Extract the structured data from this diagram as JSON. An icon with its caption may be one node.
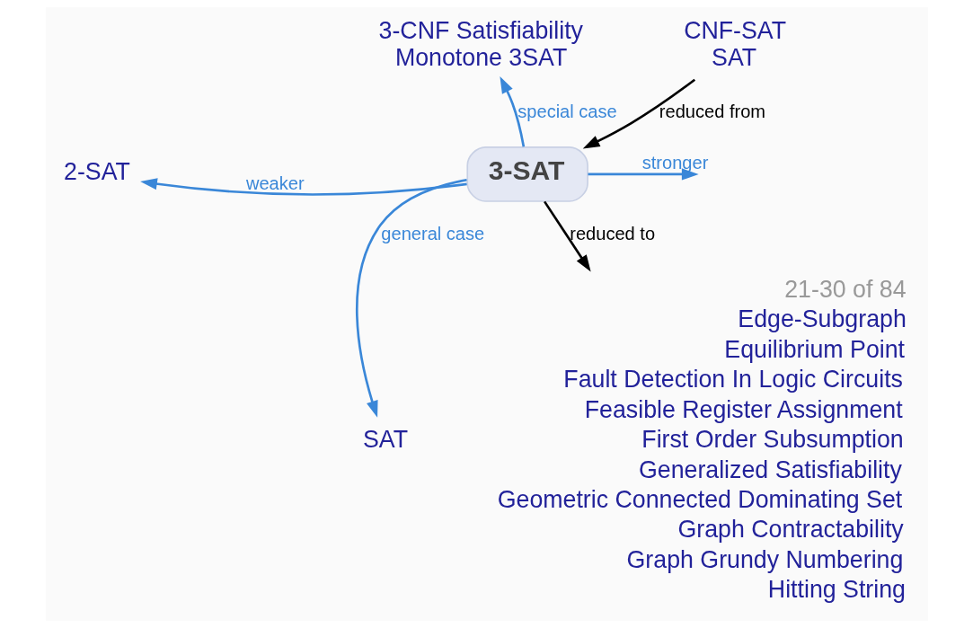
{
  "diagram": {
    "nodes": [
      {
        "text": [
          "3-SAT"
        ]
      },
      {
        "text": [
          "3-CNF Satisfiability",
          "Monotone 3SAT"
        ]
      },
      {
        "text": [
          "2-SAT"
        ]
      },
      {
        "text": [
          "SAT"
        ]
      },
      {
        "text": [
          "CNF-SAT",
          "SAT"
        ]
      },
      {
        "text": [
          "21-30 of 84",
          "Edge-Subgraph",
          "Equilibrium Point",
          "Fault Detection In Logic Circuits",
          "Feasible Register Assignment",
          "First Order Subsumption",
          "Generalized Satisfiability",
          "Geometric Connected Dominating Set",
          "Graph Contractability",
          "Graph Grundy Numbering",
          "Hitting String"
        ]
      }
    ],
    "edges": [
      {
        "from": 0,
        "to": 1,
        "arrow": "to",
        "label": "special case"
      },
      {
        "from": 4,
        "to": 0,
        "arrow": "to",
        "label": "reduced from",
        "color": "#000000"
      },
      {
        "from": 0,
        "to": 2,
        "arrow": "to",
        "label": "weaker"
      },
      {
        "from": 0,
        "to": null,
        "arrow": "to",
        "label": "stronger"
      },
      {
        "from": 0,
        "to": 5,
        "arrow": "to",
        "label": "reduced to",
        "color": "#000000"
      },
      {
        "from": 0,
        "to": 3,
        "arrow": "to",
        "label": "general case"
      }
    ]
  }
}
